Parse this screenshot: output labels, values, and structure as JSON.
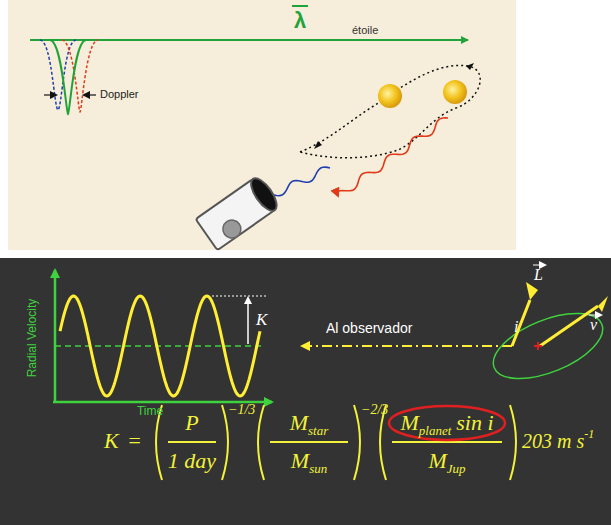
{
  "diagram": {
    "nodes": [
      {
        "text": [
          "M",
          "planet",
          "sin i"
        ]
      }
    ],
    "labels": [
      "λ",
      "étoile",
      "Doppler",
      "K",
      "Radial Velocity",
      "Time",
      "Al observador",
      "i",
      "L",
      "v",
      "K",
      "=",
      "P",
      "1 day",
      "−1/3",
      "M",
      "star",
      "M",
      "sun",
      "−2/3",
      "M",
      "Jup",
      "203 m s",
      "-1"
    ]
  }
}
